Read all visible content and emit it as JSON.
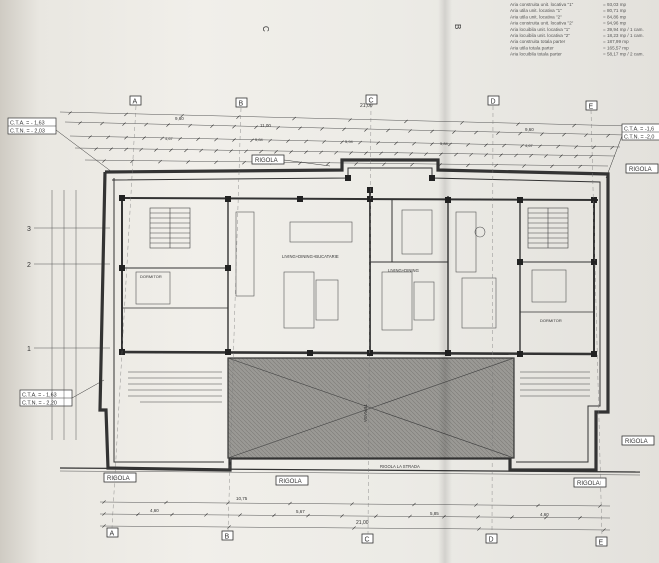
{
  "axes": {
    "top_letters": [
      "A",
      "B",
      "C",
      "D",
      "E"
    ],
    "bottom_letters": [
      "A",
      "B",
      "C",
      "D",
      "E"
    ],
    "top_edge_letters": [
      "C",
      "B"
    ],
    "row_numbers": [
      "1",
      "2",
      "3"
    ]
  },
  "levels": {
    "left_top": {
      "cta": "C.T.A. = - 1,63",
      "ctn": "C.T.N. = - 2,03"
    },
    "right_top": {
      "cta": "C.T.A. = -1,6",
      "ctn": "C.T.N. = -2,0"
    },
    "left_bottom": {
      "cta": "C.T.A. = - 1,63",
      "ctn": "C.T.N. = - 2,20"
    }
  },
  "labels": {
    "rigola": "RIGOLA",
    "bottom_edge": "RIGOLA LA STRADA"
  },
  "rooms": {
    "living_left": "LIVING+DINING+BUCATARIE",
    "living_center": "LIVING+DINING",
    "dormitor_left": "DORMITOR",
    "dormitor_right": "DORMITOR",
    "terrace": "TERASA"
  },
  "dimensions": {
    "top_total": "21,00",
    "top_mid": "11,00",
    "top_left": "9,60",
    "top_right": "9,60",
    "bottom_total": "21,00",
    "bottom_a": "10,75",
    "bottom_b": "4,60",
    "bottom_c": "5,67",
    "bottom_d": "5,85",
    "bottom_e": "4,60",
    "top_row2": [
      "4,67",
      "5,84",
      "5,94",
      "5,84",
      "4,67"
    ]
  },
  "legend": [
    {
      "label": "Aria construita unit. locativa \"1\"",
      "value": "= 93,03 mp"
    },
    {
      "label": "Aria utila unit. locativa \"1\"",
      "value": "= 80,71 mp"
    },
    {
      "label": "Aria utila unit. locativa \"2\"",
      "value": "= 84,86 mp"
    },
    {
      "label": "Aria construita unit. locativa \"2\"",
      "value": "= 94,96 mp"
    },
    {
      "label": "Aria locuibila unit. locativa \"1\"",
      "value": "= 39,94 mp / 1 cam."
    },
    {
      "label": "Aria locuibila unit. locativa \"2\"",
      "value": "= 18,23 mp / 1 cam."
    },
    {
      "label": "Aria construita totala parter",
      "value": "= 187,99 mp"
    },
    {
      "label": "Aria utila totala parter",
      "value": "= 165,57 mp"
    },
    {
      "label": "Aria locuibila totala parter",
      "value": "= 58,17 mp / 2 cam."
    }
  ]
}
